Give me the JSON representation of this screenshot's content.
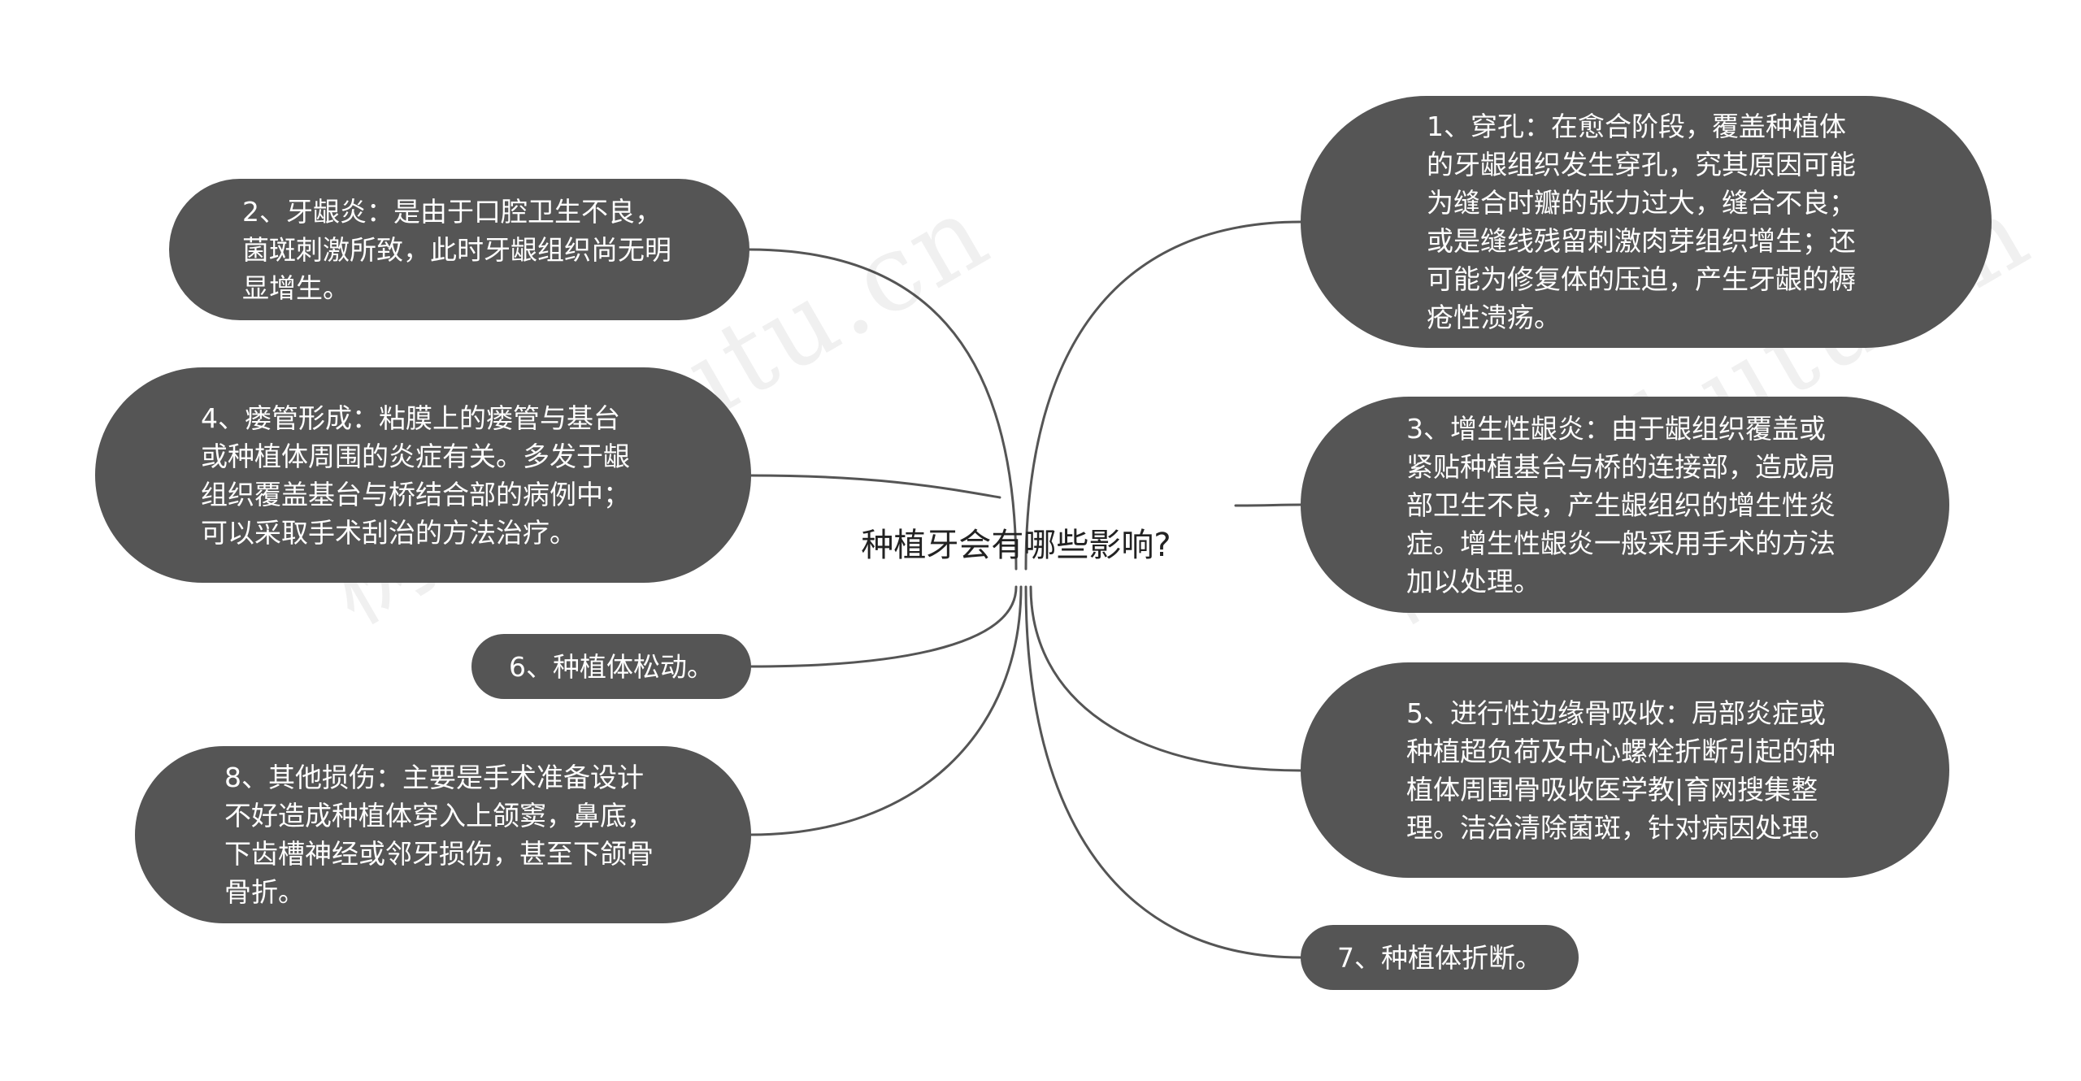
{
  "watermark": "树图 shutu.cn",
  "center": {
    "label": "种植牙会有哪些影响?"
  },
  "nodes": {
    "n1": "1、穿孔：在愈合阶段，覆盖种植体的牙龈组织发生穿孔，究其原因可能为缝合时瓣的张力过大，缝合不良；或是缝线残留刺激肉芽组织增生；还可能为修复体的压迫，产生牙龈的褥疮性溃疡。",
    "n2": "2、牙龈炎：是由于口腔卫生不良，菌斑刺激所致，此时牙龈组织尚无明显增生。",
    "n3": "3、增生性龈炎：由于龈组织覆盖或紧贴种植基台与桥的连接部，造成局部卫生不良，产生龈组织的增生性炎症。增生性龈炎一般采用手术的方法加以处理。",
    "n4": "4、瘘管形成：粘膜上的瘘管与基台或种植体周围的炎症有关。多发于龈组织覆盖基台与桥结合部的病例中；可以采取手术刮治的方法治疗。",
    "n5": "5、进行性边缘骨吸收：局部炎症或种植超负荷及中心螺栓折断引起的种植体周围骨吸收医学教|育网搜集整理。洁治清除菌斑，针对病因处理。",
    "n6": "6、种植体松动。",
    "n7": "7、种植体折断。",
    "n8": "8、其他损伤：主要是手术准备设计不好造成种植体穿入上颌窦，鼻底，下齿槽神经或邻牙损伤，甚至下颌骨骨折。"
  },
  "colors": {
    "node_fill": "#555555",
    "node_text": "#ffffff",
    "link_stroke": "#555555",
    "center_text": "#222222"
  }
}
